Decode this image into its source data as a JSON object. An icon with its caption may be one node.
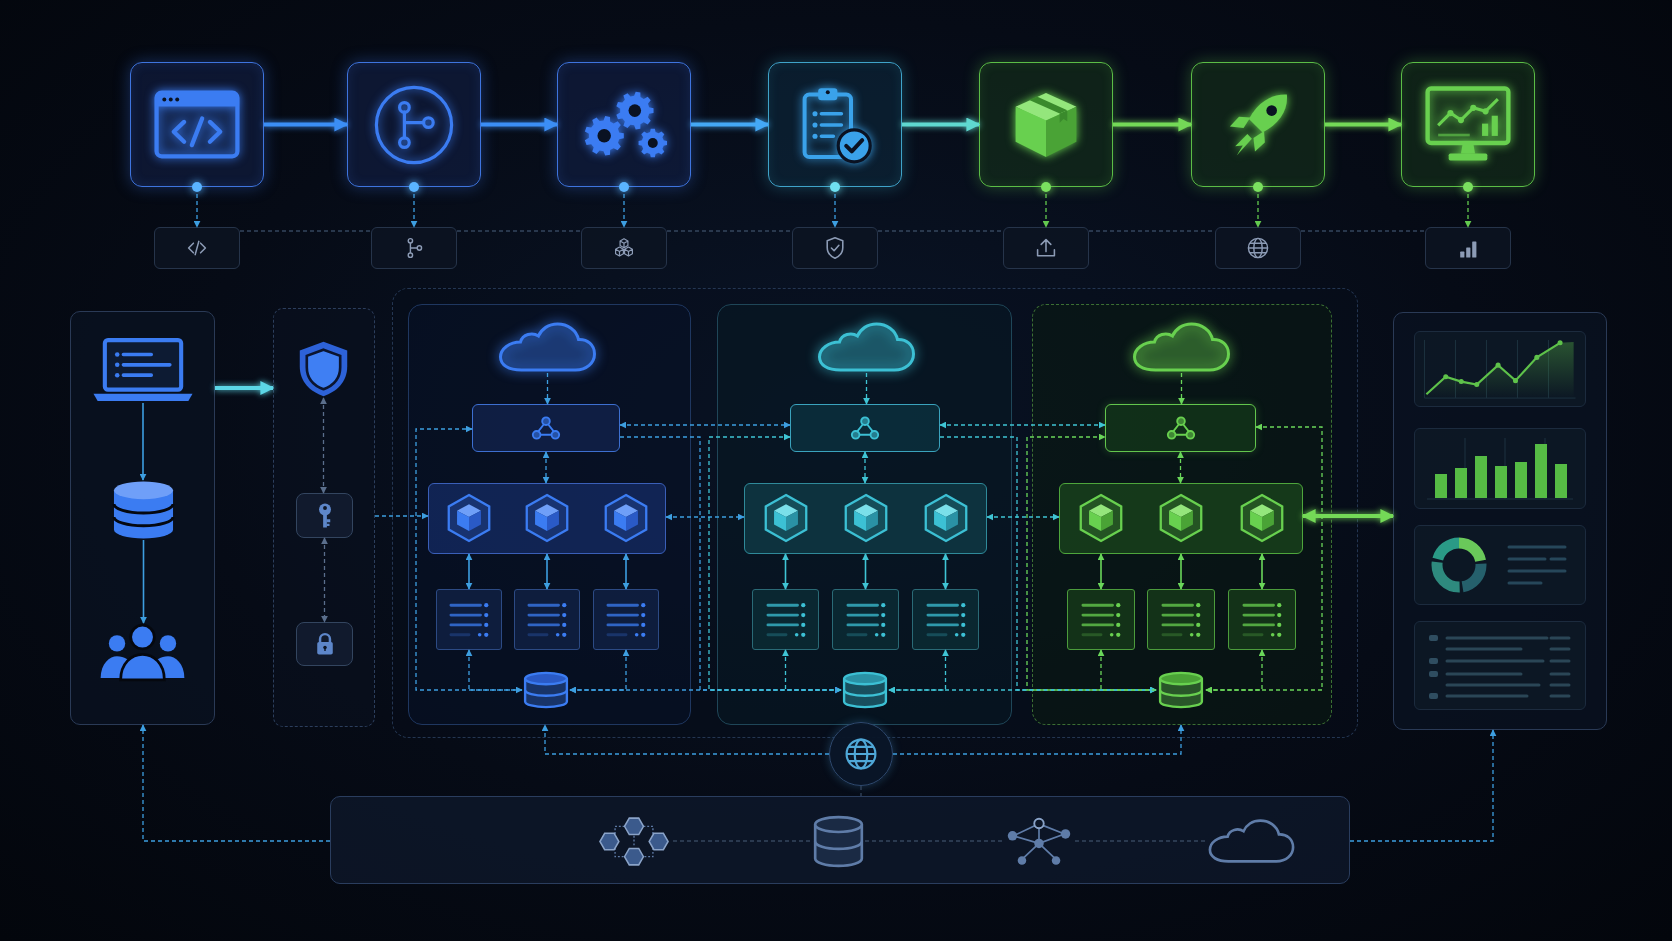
{
  "diagram": {
    "nodes": [
      {
        "text": [],
        "shape": "box"
      },
      {
        "text": [],
        "shape": "box"
      },
      {
        "text": [],
        "shape": "box"
      },
      {
        "text": [],
        "shape": "box"
      },
      {
        "text": [],
        "shape": "box"
      },
      {
        "text": [],
        "shape": "box"
      },
      {
        "text": [],
        "shape": "box"
      },
      {
        "text": [],
        "shape": "box"
      },
      {
        "text": [],
        "shape": "box"
      },
      {
        "text": [],
        "shape": "box"
      },
      {
        "text": [],
        "shape": "box"
      },
      {
        "text": [],
        "shape": "box"
      },
      {
        "text": [],
        "shape": "box"
      },
      {
        "text": [],
        "shape": "box"
      },
      {
        "text": [],
        "shape": "box"
      },
      {
        "text": [],
        "shape": "picture",
        "in": 14
      },
      {
        "text": [],
        "shape": "cylinder",
        "in": 14
      },
      {
        "text": [],
        "shape": "person",
        "in": 14
      },
      {
        "text": [],
        "shape": "box"
      },
      {
        "text": [],
        "shape": "picture",
        "in": 18
      },
      {
        "text": [],
        "shape": "box",
        "in": 18
      },
      {
        "text": [],
        "shape": "box",
        "in": 18
      },
      {
        "text": [],
        "shape": "box"
      },
      {
        "text": [],
        "shape": "box",
        "in": 22
      },
      {
        "text": [],
        "shape": "cloud",
        "in": 23
      },
      {
        "text": [],
        "shape": "box",
        "in": 23
      },
      {
        "text": [],
        "shape": "box",
        "in": 23
      },
      {
        "text": [],
        "shape": "box",
        "in": 23
      },
      {
        "text": [],
        "shape": "box",
        "in": 23
      },
      {
        "text": [],
        "shape": "box",
        "in": 23
      },
      {
        "text": [],
        "shape": "cylinder",
        "in": 23
      },
      {
        "text": [],
        "shape": "box",
        "in": 22
      },
      {
        "text": [],
        "shape": "cloud",
        "in": 31
      },
      {
        "text": [],
        "shape": "box",
        "in": 31
      },
      {
        "text": [],
        "shape": "box",
        "in": 31
      },
      {
        "text": [],
        "shape": "box",
        "in": 31
      },
      {
        "text": [],
        "shape": "box",
        "in": 31
      },
      {
        "text": [],
        "shape": "box",
        "in": 31
      },
      {
        "text": [],
        "shape": "cylinder",
        "in": 31
      },
      {
        "text": [],
        "shape": "box",
        "in": 22
      },
      {
        "text": [],
        "shape": "cloud",
        "in": 39
      },
      {
        "text": [],
        "shape": "box",
        "in": 39
      },
      {
        "text": [],
        "shape": "box",
        "in": 39
      },
      {
        "text": [],
        "shape": "box",
        "in": 39
      },
      {
        "text": [],
        "shape": "box",
        "in": 39
      },
      {
        "text": [],
        "shape": "box",
        "in": 39
      },
      {
        "text": [],
        "shape": "cylinder",
        "in": 39
      },
      {
        "text": [],
        "shape": "circle"
      },
      {
        "text": [],
        "shape": "box"
      },
      {
        "text": [],
        "shape": "picture",
        "in": 48
      },
      {
        "text": [],
        "shape": "cylinder",
        "in": 48
      },
      {
        "text": [],
        "shape": "picture",
        "in": 48
      },
      {
        "text": [],
        "shape": "cloud",
        "in": 48
      },
      {
        "text": [],
        "shape": "box"
      },
      {
        "text": [],
        "shape": "box",
        "in": 53
      },
      {
        "text": [],
        "shape": "box",
        "in": 53
      },
      {
        "text": [],
        "shape": "box",
        "in": 53
      },
      {
        "text": [],
        "shape": "box",
        "in": 53
      }
    ],
    "edges": [
      {
        "from": 0,
        "to": 1,
        "arrow": "to",
        "style": "thick",
        "color": "#3b8ef5"
      },
      {
        "from": 1,
        "to": 2,
        "arrow": "to",
        "style": "thick",
        "color": "#3b8ef5"
      },
      {
        "from": 2,
        "to": 3,
        "arrow": "to",
        "style": "thick",
        "color": "#44a8f5"
      },
      {
        "from": 3,
        "to": 4,
        "arrow": "to",
        "style": "thick",
        "color": "#5fd8d0"
      },
      {
        "from": 4,
        "to": 5,
        "arrow": "to",
        "style": "thick",
        "color": "#74d957"
      },
      {
        "from": 5,
        "to": 6,
        "arrow": "to",
        "style": "thick",
        "color": "#74d957"
      },
      {
        "from": 0,
        "to": 7,
        "arrow": "to",
        "style": "dashed"
      },
      {
        "from": 1,
        "to": 8,
        "arrow": "to",
        "style": "dashed"
      },
      {
        "from": 2,
        "to": 9,
        "arrow": "to",
        "style": "dashed"
      },
      {
        "from": 3,
        "to": 10,
        "arrow": "to",
        "style": "dashed"
      },
      {
        "from": 4,
        "to": 11,
        "arrow": "to",
        "style": "dashed",
        "color": "#63c94f"
      },
      {
        "from": 5,
        "to": 12,
        "arrow": "to",
        "style": "dashed",
        "color": "#63c94f"
      },
      {
        "from": 6,
        "to": 13,
        "arrow": "to",
        "style": "dashed",
        "color": "#63c94f"
      },
      {
        "from": 7,
        "to": 8,
        "arrow": "none",
        "style": "dashed",
        "color": "#34465e"
      },
      {
        "from": 8,
        "to": 9,
        "arrow": "none",
        "style": "dashed",
        "color": "#34465e"
      },
      {
        "from": 9,
        "to": 10,
        "arrow": "none",
        "style": "dashed",
        "color": "#34465e"
      },
      {
        "from": 10,
        "to": 11,
        "arrow": "none",
        "style": "dashed",
        "color": "#34465e"
      },
      {
        "from": 11,
        "to": 12,
        "arrow": "none",
        "style": "dashed",
        "color": "#34465e"
      },
      {
        "from": 12,
        "to": 13,
        "arrow": "none",
        "style": "dashed",
        "color": "#34465e"
      },
      {
        "from": 15,
        "to": 16,
        "arrow": "to"
      },
      {
        "from": 16,
        "to": 17,
        "arrow": "to"
      },
      {
        "from": 14,
        "to": 18,
        "arrow": "to",
        "style": "thick",
        "color": "#5cd6e6"
      },
      {
        "from": 19,
        "to": 20,
        "arrow": "both",
        "style": "dashed",
        "color": "#5a6e8c"
      },
      {
        "from": 20,
        "to": 21,
        "arrow": "both",
        "style": "dashed",
        "color": "#5a6e8c"
      },
      {
        "from": 18,
        "to": 26,
        "arrow": "to",
        "style": "dashed"
      },
      {
        "from": 24,
        "to": 25,
        "arrow": "to",
        "style": "dashed"
      },
      {
        "from": 25,
        "to": 26,
        "arrow": "both",
        "style": "dashed"
      },
      {
        "from": 26,
        "to": 27,
        "arrow": "both"
      },
      {
        "from": 26,
        "to": 28,
        "arrow": "both"
      },
      {
        "from": 26,
        "to": 29,
        "arrow": "both"
      },
      {
        "from": 27,
        "to": 30,
        "arrow": "both",
        "style": "dashed"
      },
      {
        "from": 29,
        "to": 30,
        "arrow": "both",
        "style": "dashed"
      },
      {
        "from": 32,
        "to": 33,
        "arrow": "to",
        "style": "dashed",
        "color": "#3fc4d4"
      },
      {
        "from": 33,
        "to": 34,
        "arrow": "both",
        "style": "dashed",
        "color": "#3fc4d4"
      },
      {
        "from": 34,
        "to": 35,
        "arrow": "both",
        "color": "#3fc4d4"
      },
      {
        "from": 34,
        "to": 36,
        "arrow": "both",
        "color": "#3fc4d4"
      },
      {
        "from": 34,
        "to": 37,
        "arrow": "both",
        "color": "#3fc4d4"
      },
      {
        "from": 35,
        "to": 38,
        "arrow": "both",
        "style": "dashed",
        "color": "#3fc4d4"
      },
      {
        "from": 37,
        "to": 38,
        "arrow": "both",
        "style": "dashed",
        "color": "#3fc4d4"
      },
      {
        "from": 40,
        "to": 41,
        "arrow": "to",
        "style": "dashed",
        "color": "#6ad65a"
      },
      {
        "from": 41,
        "to": 42,
        "arrow": "both",
        "style": "dashed",
        "color": "#6ad65a"
      },
      {
        "from": 42,
        "to": 43,
        "arrow": "both",
        "color": "#6ad65a"
      },
      {
        "from": 42,
        "to": 44,
        "arrow": "both",
        "color": "#6ad65a"
      },
      {
        "from": 42,
        "to": 45,
        "arrow": "both",
        "color": "#6ad65a"
      },
      {
        "from": 43,
        "to": 46,
        "arrow": "both",
        "style": "dashed",
        "color": "#6ad65a"
      },
      {
        "from": 45,
        "to": 46,
        "arrow": "both",
        "style": "dashed",
        "color": "#6ad65a"
      },
      {
        "from": 25,
        "to": 33,
        "arrow": "both",
        "style": "dashed"
      },
      {
        "from": 26,
        "to": 34,
        "arrow": "both",
        "style": "dashed"
      },
      {
        "from": 30,
        "to": 38,
        "arrow": "both",
        "style": "dashed"
      },
      {
        "from": 33,
        "to": 41,
        "arrow": "both",
        "style": "dashed",
        "color": "#3fc4d4"
      },
      {
        "from": 34,
        "to": 42,
        "arrow": "both",
        "style": "dashed",
        "color": "#3fc4d4"
      },
      {
        "from": 38,
        "to": 46,
        "arrow": "both",
        "style": "dashed",
        "color": "#3fc4d4"
      },
      {
        "from": 30,
        "to": 25,
        "arrow": "to",
        "style": "dashed"
      },
      {
        "from": 25,
        "to": 38,
        "arrow": "to",
        "style": "dashed"
      },
      {
        "from": 38,
        "to": 33,
        "arrow": "to",
        "style": "dashed",
        "color": "#3fc4d4"
      },
      {
        "from": 33,
        "to": 46,
        "arrow": "to",
        "style": "dashed",
        "color": "#3fc4d4"
      },
      {
        "from": 46,
        "to": 41,
        "arrow": "to",
        "style": "dashed",
        "color": "#6ad65a"
      },
      {
        "from": 46,
        "to": 41,
        "arrow": "both",
        "style": "dashed",
        "color": "#6ad65a"
      },
      {
        "from": 42,
        "to": 53,
        "arrow": "both",
        "style": "thick",
        "color": "#74d957"
      },
      {
        "from": 47,
        "to": 23,
        "arrow": "to",
        "style": "dashed"
      },
      {
        "from": 47,
        "to": 39,
        "arrow": "to",
        "style": "dashed"
      },
      {
        "from": 47,
        "to": 48,
        "arrow": "none",
        "style": "dashed",
        "color": "#34465e"
      },
      {
        "from": 49,
        "to": 50,
        "arrow": "none",
        "style": "dashed",
        "color": "#34465e"
      },
      {
        "from": 50,
        "to": 51,
        "arrow": "none",
        "style": "dashed",
        "color": "#34465e"
      },
      {
        "from": 51,
        "to": 52,
        "arrow": "none",
        "style": "dashed",
        "color": "#34465e"
      },
      {
        "from": 48,
        "to": 14,
        "arrow": "to",
        "style": "dashed"
      },
      {
        "from": 48,
        "to": 53,
        "arrow": "to",
        "style": "dashed"
      }
    ]
  }
}
